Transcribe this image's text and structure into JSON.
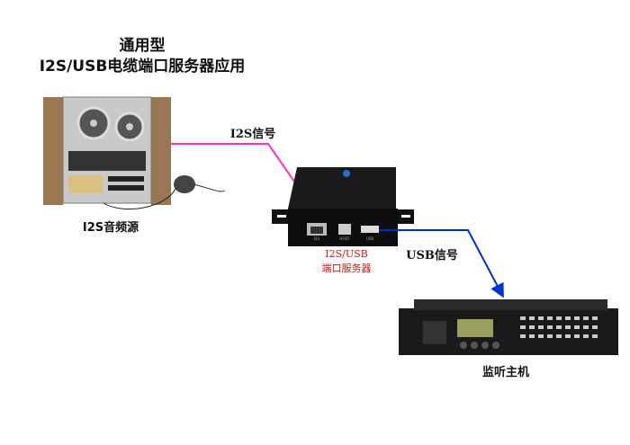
{
  "title": {
    "line1": "通用型",
    "line2": "I2S/USB电缆端口服务器应用"
  },
  "devices": {
    "source": {
      "label": "I2S音频源"
    },
    "server": {
      "label_line1": "I2S/USB",
      "label_line2": "端口服务器",
      "ports": [
        "I2S",
        "HOST",
        "USB"
      ]
    },
    "monitor": {
      "label": "监听主机"
    }
  },
  "signals": {
    "i2s": "I2S信号",
    "usb": "USB信号"
  },
  "colors": {
    "i2s_line": "#ff33cc",
    "usb_line": "#0033cc",
    "server_label": "#e01010"
  }
}
